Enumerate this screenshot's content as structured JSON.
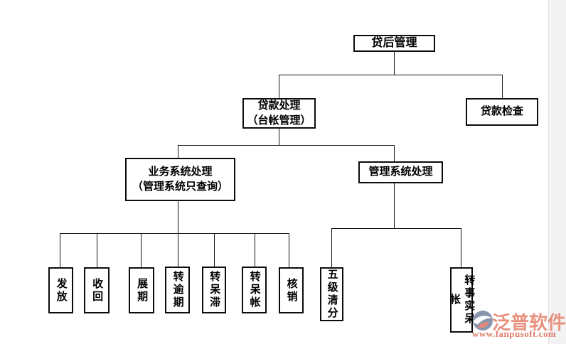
{
  "diagram": {
    "type": "flowchart",
    "nodes": {
      "root": {
        "label": "贷后管理"
      },
      "loan_processing": {
        "line1": "贷款处理",
        "line2": "（台帐管理）"
      },
      "loan_check": {
        "label": "贷款检查"
      },
      "business_system": {
        "line1": "业务系统处理",
        "line2": "（管理系统只查询）"
      },
      "mgmt_system": {
        "label": "管理系统处理"
      },
      "issue": {
        "label": "发放"
      },
      "recover": {
        "label": "收回"
      },
      "extend": {
        "label": "展期"
      },
      "to_overdue": {
        "label": "转逾期"
      },
      "to_stagnant": {
        "label": "转呆滞"
      },
      "to_bad_debt": {
        "label": "转呆帐"
      },
      "write_off": {
        "label": "核销"
      },
      "five_level_sort": {
        "label": "五级清分"
      },
      "to_actual_bad_debt": {
        "label": "转事实呆帐"
      }
    },
    "hierarchy": {
      "贷后管理": [
        "贷款处理（台帐管理）",
        "贷款检查"
      ],
      "贷款处理（台帐管理）": [
        "业务系统处理（管理系统只查询）",
        "管理系统处理"
      ],
      "业务系统处理（管理系统只查询）": [
        "发放",
        "收回",
        "展期",
        "转逾期",
        "转呆滞",
        "转呆帐",
        "核销"
      ],
      "管理系统处理": [
        "五级清分",
        "转事实呆帐"
      ]
    },
    "line_color": "#151515",
    "box_border_color": "#0c0c0c"
  },
  "watermark": {
    "brand": "泛普软件",
    "url": "www.fanpusoft.com",
    "brand_color": "#e8917f",
    "url_color": "#dc7a68",
    "logo_blue": "#8796ad",
    "logo_coral": "#e4897c"
  }
}
